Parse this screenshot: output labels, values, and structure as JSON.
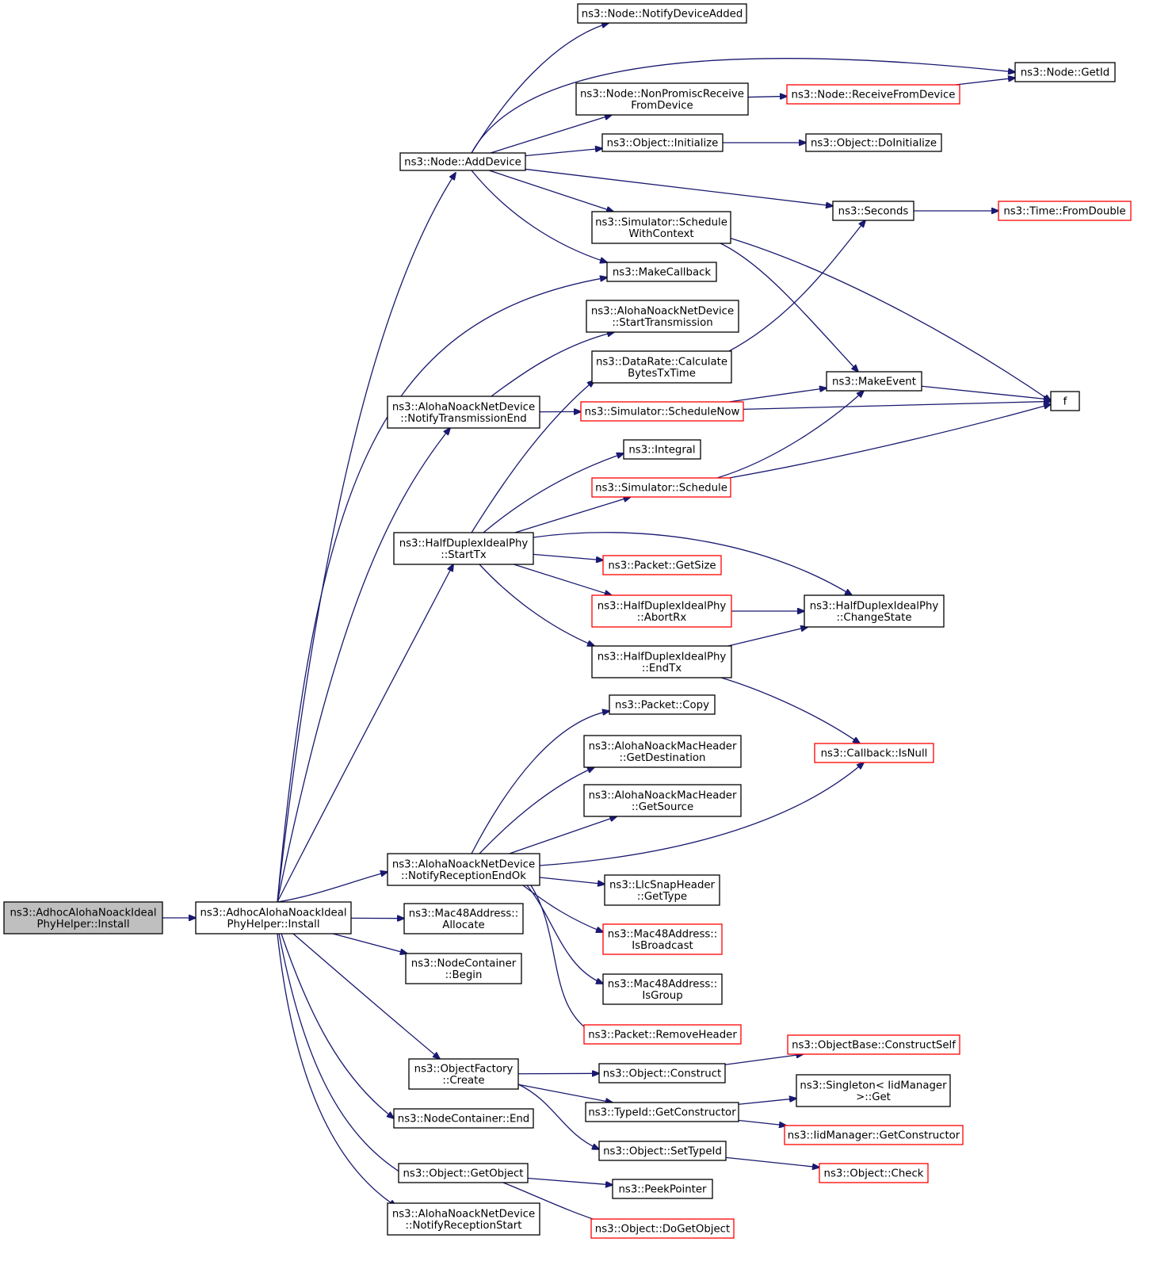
{
  "colors": {
    "edge": "#191970",
    "node_border": "#000000",
    "node_border_external": "#ff0000",
    "root_fill": "#bfbfbf"
  },
  "nodes": [
    {
      "id": "n_root",
      "lines": [
        "ns3::AdhocAlohaNoackIdeal",
        "PhyHelper::Install"
      ],
      "style": "root"
    },
    {
      "id": "n_install",
      "lines": [
        "ns3::AdhocAlohaNoackIdeal",
        "PhyHelper::Install"
      ],
      "style": "normal"
    },
    {
      "id": "n_adddevice",
      "lines": [
        "ns3::Node::AddDevice"
      ],
      "style": "normal"
    },
    {
      "id": "n_notifytxend",
      "lines": [
        "ns3::AlohaNoackNetDevice",
        "::NotifyTransmissionEnd"
      ],
      "style": "normal"
    },
    {
      "id": "n_starttx",
      "lines": [
        "ns3::HalfDuplexIdealPhy",
        "::StartTx"
      ],
      "style": "normal"
    },
    {
      "id": "n_notifyrxok",
      "lines": [
        "ns3::AlohaNoackNetDevice",
        "::NotifyReceptionEndOk"
      ],
      "style": "normal"
    },
    {
      "id": "n_mac48alloc",
      "lines": [
        "ns3::Mac48Address::",
        "Allocate"
      ],
      "style": "normal"
    },
    {
      "id": "n_ncbegin",
      "lines": [
        "ns3::NodeContainer",
        "::Begin"
      ],
      "style": "normal"
    },
    {
      "id": "n_ofcreate",
      "lines": [
        "ns3::ObjectFactory",
        "::Create"
      ],
      "style": "normal"
    },
    {
      "id": "n_ncend",
      "lines": [
        "ns3::NodeContainer::End"
      ],
      "style": "normal"
    },
    {
      "id": "n_getobject",
      "lines": [
        "ns3::Object::GetObject"
      ],
      "style": "normal"
    },
    {
      "id": "n_notifyrxstart",
      "lines": [
        "ns3::AlohaNoackNetDevice",
        "::NotifyReceptionStart"
      ],
      "style": "normal"
    },
    {
      "id": "n_notifydevadded",
      "lines": [
        "ns3::Node::NotifyDeviceAdded"
      ],
      "style": "normal"
    },
    {
      "id": "n_nonpromisc",
      "lines": [
        "ns3::Node::NonPromiscReceive",
        "FromDevice"
      ],
      "style": "normal"
    },
    {
      "id": "n_objinit",
      "lines": [
        "ns3::Object::Initialize"
      ],
      "style": "normal"
    },
    {
      "id": "n_schedctx",
      "lines": [
        "ns3::Simulator::Schedule",
        "WithContext"
      ],
      "style": "normal"
    },
    {
      "id": "n_makecallback",
      "lines": [
        "ns3::MakeCallback"
      ],
      "style": "normal"
    },
    {
      "id": "n_starttransmission",
      "lines": [
        "ns3::AlohaNoackNetDevice",
        "::StartTransmission"
      ],
      "style": "normal"
    },
    {
      "id": "n_calcbytes",
      "lines": [
        "ns3::DataRate::Calculate",
        "BytesTxTime"
      ],
      "style": "normal"
    },
    {
      "id": "n_schednow",
      "lines": [
        "ns3::Simulator::ScheduleNow"
      ],
      "style": "red"
    },
    {
      "id": "n_integral",
      "lines": [
        "ns3::Integral"
      ],
      "style": "normal"
    },
    {
      "id": "n_schedule",
      "lines": [
        "ns3::Simulator::Schedule"
      ],
      "style": "red"
    },
    {
      "id": "n_pktgetsize",
      "lines": [
        "ns3::Packet::GetSize"
      ],
      "style": "red"
    },
    {
      "id": "n_abortrx",
      "lines": [
        "ns3::HalfDuplexIdealPhy",
        "::AbortRx"
      ],
      "style": "red"
    },
    {
      "id": "n_endtx",
      "lines": [
        "ns3::HalfDuplexIdealPhy",
        "::EndTx"
      ],
      "style": "normal"
    },
    {
      "id": "n_pktcopy",
      "lines": [
        "ns3::Packet::Copy"
      ],
      "style": "normal"
    },
    {
      "id": "n_getdest",
      "lines": [
        "ns3::AlohaNoackMacHeader",
        "::GetDestination"
      ],
      "style": "normal"
    },
    {
      "id": "n_getsource",
      "lines": [
        "ns3::AlohaNoackMacHeader",
        "::GetSource"
      ],
      "style": "normal"
    },
    {
      "id": "n_llcgettype",
      "lines": [
        "ns3::LlcSnapHeader",
        "::GetType"
      ],
      "style": "normal"
    },
    {
      "id": "n_isbroadcast",
      "lines": [
        "ns3::Mac48Address::",
        "IsBroadcast"
      ],
      "style": "red"
    },
    {
      "id": "n_isgroup",
      "lines": [
        "ns3::Mac48Address::",
        "IsGroup"
      ],
      "style": "normal"
    },
    {
      "id": "n_removeheader",
      "lines": [
        "ns3::Packet::RemoveHeader"
      ],
      "style": "red"
    },
    {
      "id": "n_objconstruct",
      "lines": [
        "ns3::Object::Construct"
      ],
      "style": "normal"
    },
    {
      "id": "n_getconstructor",
      "lines": [
        "ns3::TypeId::GetConstructor"
      ],
      "style": "normal"
    },
    {
      "id": "n_settypeid",
      "lines": [
        "ns3::Object::SetTypeId"
      ],
      "style": "normal"
    },
    {
      "id": "n_peekpointer",
      "lines": [
        "ns3::PeekPointer"
      ],
      "style": "normal"
    },
    {
      "id": "n_dogetobject",
      "lines": [
        "ns3::Object::DoGetObject"
      ],
      "style": "red"
    },
    {
      "id": "n_nodegetid",
      "lines": [
        "ns3::Node::GetId"
      ],
      "style": "normal"
    },
    {
      "id": "n_rxfromdevice",
      "lines": [
        "ns3::Node::ReceiveFromDevice"
      ],
      "style": "red"
    },
    {
      "id": "n_doinit",
      "lines": [
        "ns3::Object::DoInitialize"
      ],
      "style": "normal"
    },
    {
      "id": "n_seconds",
      "lines": [
        "ns3::Seconds"
      ],
      "style": "normal"
    },
    {
      "id": "n_makeevent",
      "lines": [
        "ns3::MakeEvent"
      ],
      "style": "normal"
    },
    {
      "id": "n_changestate",
      "lines": [
        "ns3::HalfDuplexIdealPhy",
        "::ChangeState"
      ],
      "style": "normal"
    },
    {
      "id": "n_isnull",
      "lines": [
        "ns3::Callback::IsNull"
      ],
      "style": "red"
    },
    {
      "id": "n_constructself",
      "lines": [
        "ns3::ObjectBase::ConstructSelf"
      ],
      "style": "red"
    },
    {
      "id": "n_singletonget",
      "lines": [
        "ns3::Singleton< IidManager",
        ">::Get"
      ],
      "style": "normal"
    },
    {
      "id": "n_iidgetctor",
      "lines": [
        "ns3::IidManager::GetConstructor"
      ],
      "style": "red"
    },
    {
      "id": "n_objcheck",
      "lines": [
        "ns3::Object::Check"
      ],
      "style": "red"
    },
    {
      "id": "n_fromdouble",
      "lines": [
        "ns3::Time::FromDouble"
      ],
      "style": "red"
    },
    {
      "id": "n_f",
      "lines": [
        "f"
      ],
      "style": "normal"
    }
  ],
  "edges": [
    [
      "n_root",
      "n_install"
    ],
    [
      "n_install",
      "n_adddevice"
    ],
    [
      "n_install",
      "n_makecallback"
    ],
    [
      "n_install",
      "n_notifytxend"
    ],
    [
      "n_install",
      "n_starttx"
    ],
    [
      "n_install",
      "n_notifyrxok"
    ],
    [
      "n_install",
      "n_mac48alloc"
    ],
    [
      "n_install",
      "n_ncbegin"
    ],
    [
      "n_install",
      "n_ofcreate"
    ],
    [
      "n_install",
      "n_ncend"
    ],
    [
      "n_install",
      "n_getobject"
    ],
    [
      "n_install",
      "n_notifyrxstart"
    ],
    [
      "n_adddevice",
      "n_notifydevadded"
    ],
    [
      "n_adddevice",
      "n_nodegetid"
    ],
    [
      "n_adddevice",
      "n_nonpromisc"
    ],
    [
      "n_adddevice",
      "n_objinit"
    ],
    [
      "n_adddevice",
      "n_seconds"
    ],
    [
      "n_adddevice",
      "n_schedctx"
    ],
    [
      "n_adddevice",
      "n_makecallback"
    ],
    [
      "n_nonpromisc",
      "n_rxfromdevice"
    ],
    [
      "n_rxfromdevice",
      "n_nodegetid"
    ],
    [
      "n_objinit",
      "n_doinit"
    ],
    [
      "n_seconds",
      "n_fromdouble"
    ],
    [
      "n_schedctx",
      "n_makeevent"
    ],
    [
      "n_schedctx",
      "n_f"
    ],
    [
      "n_notifytxend",
      "n_starttransmission"
    ],
    [
      "n_notifytxend",
      "n_schednow"
    ],
    [
      "n_calcbytes",
      "n_seconds"
    ],
    [
      "n_schednow",
      "n_makeevent"
    ],
    [
      "n_schednow",
      "n_f"
    ],
    [
      "n_makeevent",
      "n_f"
    ],
    [
      "n_schedule",
      "n_makeevent"
    ],
    [
      "n_schedule",
      "n_f"
    ],
    [
      "n_starttx",
      "n_calcbytes"
    ],
    [
      "n_starttx",
      "n_integral"
    ],
    [
      "n_starttx",
      "n_schedule"
    ],
    [
      "n_starttx",
      "n_changestate"
    ],
    [
      "n_starttx",
      "n_pktgetsize"
    ],
    [
      "n_starttx",
      "n_abortrx"
    ],
    [
      "n_starttx",
      "n_endtx"
    ],
    [
      "n_abortrx",
      "n_changestate"
    ],
    [
      "n_endtx",
      "n_changestate"
    ],
    [
      "n_endtx",
      "n_isnull"
    ],
    [
      "n_notifyrxok",
      "n_pktcopy"
    ],
    [
      "n_notifyrxok",
      "n_getdest"
    ],
    [
      "n_notifyrxok",
      "n_getsource"
    ],
    [
      "n_notifyrxok",
      "n_isnull"
    ],
    [
      "n_notifyrxok",
      "n_llcgettype"
    ],
    [
      "n_notifyrxok",
      "n_isbroadcast"
    ],
    [
      "n_notifyrxok",
      "n_isgroup"
    ],
    [
      "n_notifyrxok",
      "n_removeheader"
    ],
    [
      "n_ofcreate",
      "n_objconstruct"
    ],
    [
      "n_ofcreate",
      "n_getconstructor"
    ],
    [
      "n_ofcreate",
      "n_settypeid"
    ],
    [
      "n_objconstruct",
      "n_constructself"
    ],
    [
      "n_getconstructor",
      "n_singletonget"
    ],
    [
      "n_getconstructor",
      "n_iidgetctor"
    ],
    [
      "n_settypeid",
      "n_objcheck"
    ],
    [
      "n_getobject",
      "n_peekpointer"
    ],
    [
      "n_getobject",
      "n_dogetobject"
    ]
  ]
}
